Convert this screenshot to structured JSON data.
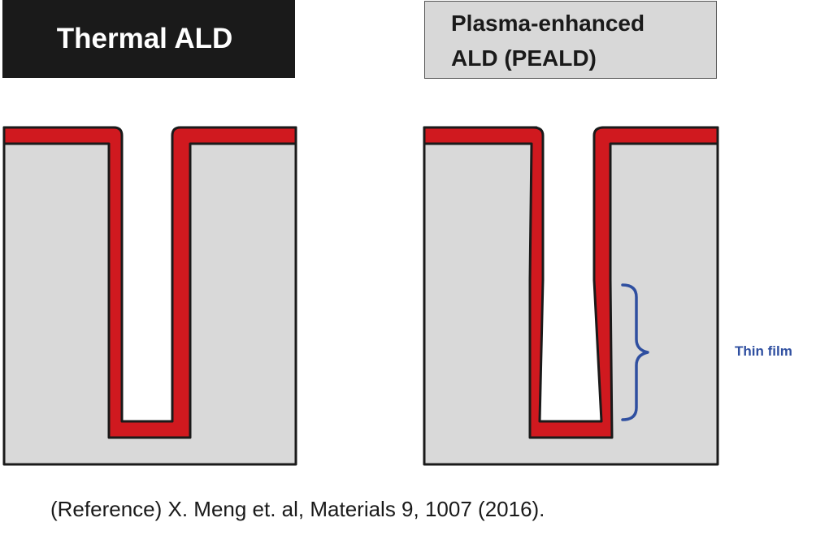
{
  "titles": {
    "thermal": "Thermal ALD",
    "peald_line1": "Plasma-enhanced",
    "peald_line2": "ALD (PEALD)"
  },
  "annotation": {
    "thin_film": "Thin film"
  },
  "reference": {
    "text": "(Reference) X. Meng et. al, Materials 9, 1007 (2016)."
  },
  "colors": {
    "substrate": "#d9d9d9",
    "film": "#d0191f",
    "outline": "#1a1a1a",
    "bracket": "#2f4fa0",
    "thermal_title_bg": "#1a1a1a",
    "peald_title_bg": "#d8d8d8"
  }
}
